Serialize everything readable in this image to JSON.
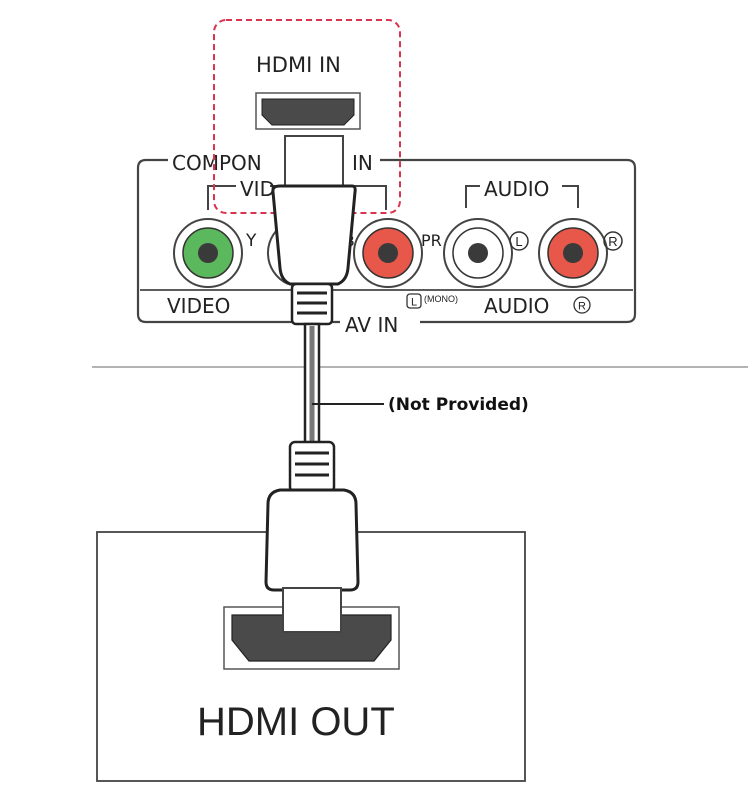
{
  "hdmi_in": {
    "label": "HDMI IN"
  },
  "panel": {
    "component_label_left": "COMPON",
    "component_label_right": "IN",
    "video_group_label": "VID",
    "audio_group_label": "AUDIO",
    "y_label": "Y",
    "pb_fragment": "B",
    "pr_label": "PR",
    "audio_l_symbol": "L",
    "audio_r_symbol": "R",
    "video_label": "VIDEO",
    "av_in_label": "AV IN",
    "mono_l_symbol": "L",
    "mono_label": "(MONO)",
    "audio_bottom_label": "AUDIO",
    "audio_bottom_r_symbol": "R"
  },
  "cable": {
    "note": "(Not Provided)"
  },
  "device": {
    "hdmi_out_label": "HDMI OUT"
  },
  "colors": {
    "green_jack": "#5cb85c",
    "red_jack": "#e8584a",
    "highlight_dash": "#d9334f",
    "line": "#333333"
  }
}
